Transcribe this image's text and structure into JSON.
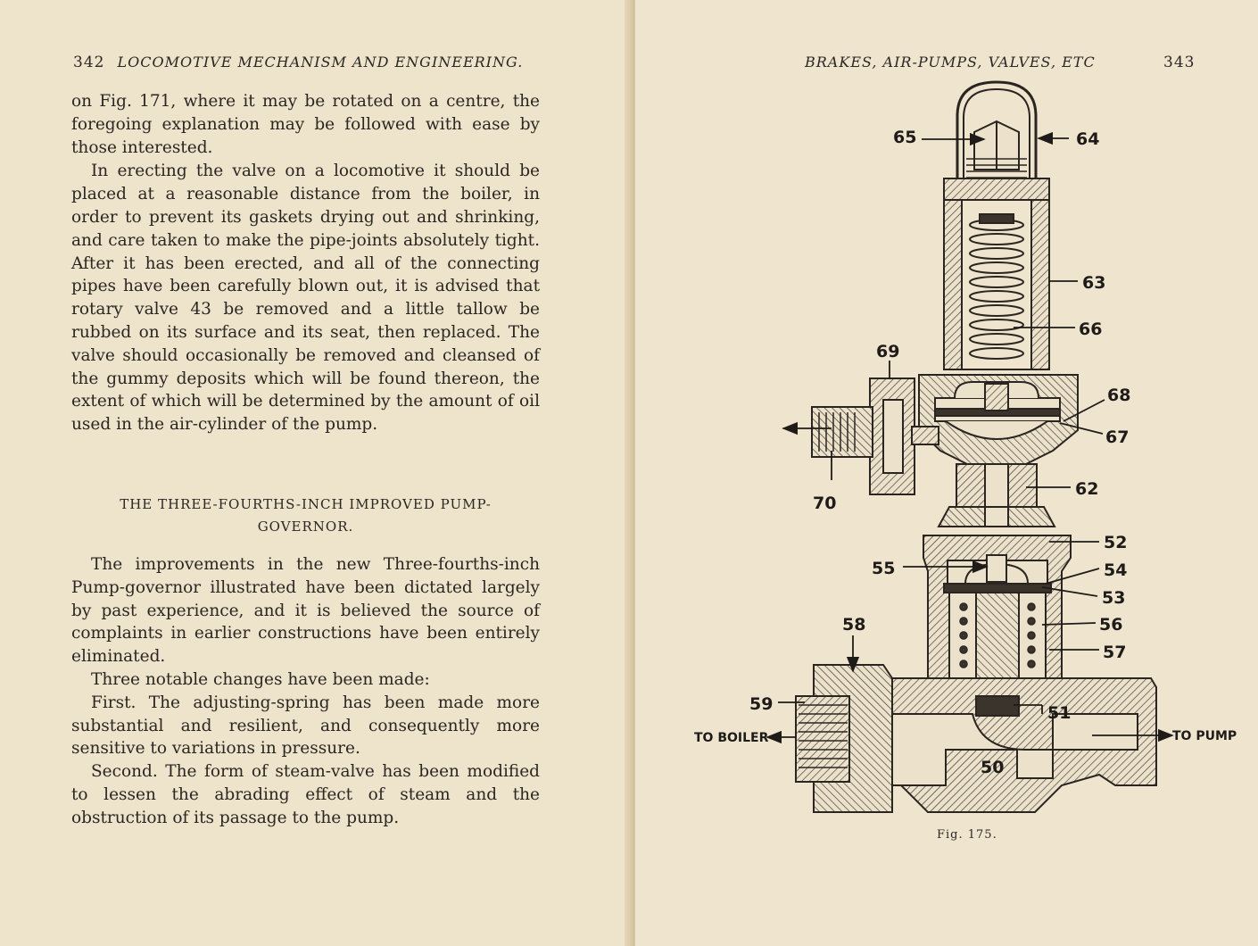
{
  "left_page": {
    "page_number": "342",
    "running_head": "LOCOMOTIVE MECHANISM AND ENGINEERING.",
    "paragraphs": [
      "on Fig. 171, where it may be rotated on a centre, the foregoing explanation may be followed with ease by those interested.",
      "In erecting the valve on a locomotive it should be placed at a reasonable distance from the boiler, in order to prevent its gaskets drying out and shrinking, and care taken to make the pipe-joints absolutely tight. After it has been erected, and all of the connecting pipes have been carefully blown out, it is advised that rotary valve 43 be removed and a little tallow be rubbed on its surface and its seat, then replaced. The valve should occasionally be removed and cleansed of the gummy deposits which will be found thereon, the extent of which will be determined by the amount of oil used in the air-cylinder of the pump."
    ],
    "section_heading_line1": "THE THREE-FOURTHS-INCH IMPROVED PUMP-",
    "section_heading_line2": "GOVERNOR.",
    "paragraphs2": [
      "The improvements in the new Three-fourths-inch Pump-governor illustrated have been dictated largely by past experience, and it is believed the source of complaints in earlier constructions have been entirely eliminated.",
      "Three notable changes have been made:",
      "First. The adjusting-spring has been made more substantial and resilient, and consequently more sensitive to variations in pressure.",
      "Second. The form of steam-valve has been modified to lessen the abrading effect of steam and the obstruction of its passage to the pump."
    ]
  },
  "right_page": {
    "running_head": "BRAKES, AIR-PUMPS, VALVES, ETC",
    "page_number": "343",
    "figure": {
      "caption": "Fig. 175.",
      "callouts": [
        "65",
        "64",
        "63",
        "66",
        "69",
        "68",
        "67",
        "70",
        "62",
        "52",
        "55",
        "54",
        "53",
        "58",
        "56",
        "57",
        "59",
        "51",
        "50"
      ],
      "to_boiler": "TO BOILER",
      "to_pump": "TO PUMP"
    }
  }
}
